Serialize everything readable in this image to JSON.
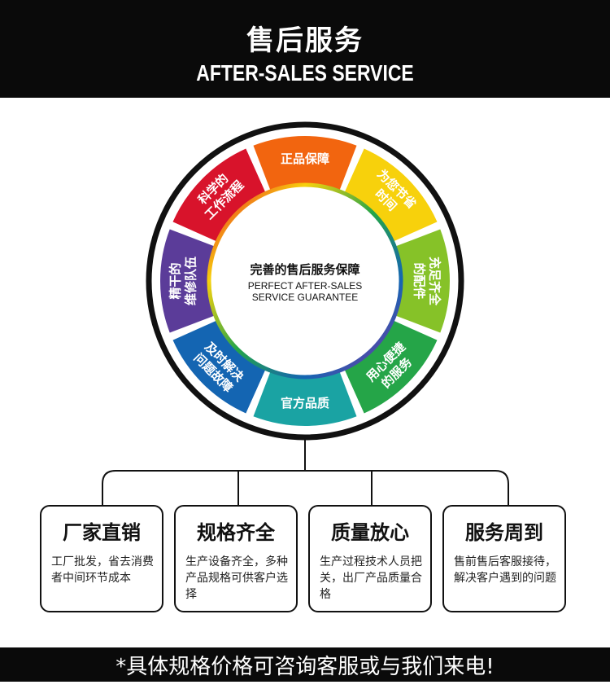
{
  "header": {
    "title_cn": "售后服务",
    "title_en": "AFTER-SALES SERVICE"
  },
  "wheel": {
    "center_cn": "完善的售后服务保障",
    "center_en_line1": "PERFECT AFTER-SALES",
    "center_en_line2": "SERVICE GUARANTEE",
    "segments": [
      {
        "lines": [
          "正品保障"
        ],
        "color": "#f2650f"
      },
      {
        "lines": [
          "为您节省",
          "时间"
        ],
        "color": "#f7d10c"
      },
      {
        "lines": [
          "充足齐全",
          "的配件"
        ],
        "color": "#86c228"
      },
      {
        "lines": [
          "用心便捷",
          "的服务"
        ],
        "color": "#25a548"
      },
      {
        "lines": [
          "官方品质"
        ],
        "color": "#1aa3a3"
      },
      {
        "lines": [
          "及时解决",
          "问题故障"
        ],
        "color": "#1465b2"
      },
      {
        "lines": [
          "精干的",
          "维修队伍"
        ],
        "color": "#5b3c99"
      },
      {
        "lines": [
          "科学的",
          "工作流程"
        ],
        "color": "#d8132b"
      }
    ]
  },
  "cards": [
    {
      "title": "厂家直销",
      "text": "工厂批发，省去消费者中间环节成本"
    },
    {
      "title": "规格齐全",
      "text": "生产设备齐全，多种产品规格可供客户选择"
    },
    {
      "title": "质量放心",
      "text": "生产过程技术人员把关，出厂产品质量合格"
    },
    {
      "title": "服务周到",
      "text": "售前售后客服接待，解决客户遇到的问题"
    }
  ],
  "footer": {
    "text": "*具体规格价格可咨询客服或与我们来电!"
  }
}
